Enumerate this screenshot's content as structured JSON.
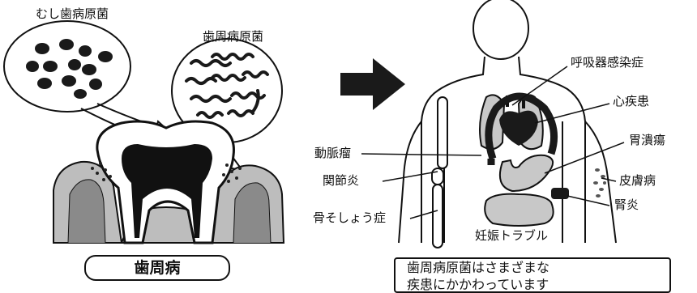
{
  "left_panel": {
    "caries_bacteria_label": "むし歯病原菌",
    "periodontal_bacteria_label": "歯周病原菌",
    "caption": "歯周病"
  },
  "right_panel": {
    "organ_labels": {
      "respiratory": "呼吸器感染症",
      "heart": "心疾患",
      "aneurysm": "動脈瘤",
      "stomach": "胃潰瘍",
      "joint": "関節炎",
      "skin": "皮膚病",
      "bone": "骨そしょう症",
      "kidney": "腎炎",
      "pregnancy": "妊娠トラブル"
    },
    "note_lines": [
      "歯周病原菌はさまざまな",
      "疾患にかかわっています"
    ]
  },
  "arrow_icon": "right-arrow-icon"
}
